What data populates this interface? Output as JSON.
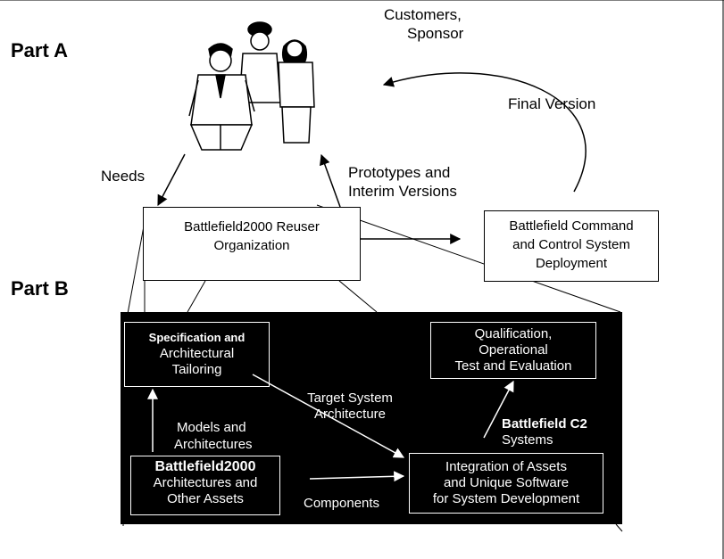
{
  "part_a": "Part A",
  "part_b": "Part B",
  "stakeholders_line1": "Customers,",
  "stakeholders_line2": "Sponsor",
  "final_version": "Final Version",
  "needs": "Needs",
  "prototypes_line1": "Prototypes and",
  "prototypes_line2": "Interim Versions",
  "reuser_org_line1": "Battlefield2000 Reuser",
  "reuser_org_line2": "Organization",
  "deployment_line1": "Battlefield Command",
  "deployment_line2": "and Control System",
  "deployment_line3": "Deployment",
  "spec_line1": "Specification and",
  "spec_line2": "Architectural",
  "spec_line3": "Tailoring",
  "qual_line1": "Qualification,",
  "qual_line2": "Operational",
  "qual_line3": "Test and Evaluation",
  "target_line1": "Target System",
  "target_line2": "Architecture",
  "models_line1": "Models and",
  "models_line2": "Architectures",
  "c2_line1": "Battlefield C2",
  "c2_line2": "Systems",
  "assets_line1": "Battlefield2000",
  "assets_line2": "Architectures and",
  "assets_line3": "Other Assets",
  "components": "Components",
  "integration_line1": "Integration of Assets",
  "integration_line2": "and Unique Software",
  "integration_line3": "for System Development",
  "colors": {
    "background": "#ffffff",
    "panel": "#000000",
    "ink": "#000000",
    "panel_text": "#ffffff"
  }
}
